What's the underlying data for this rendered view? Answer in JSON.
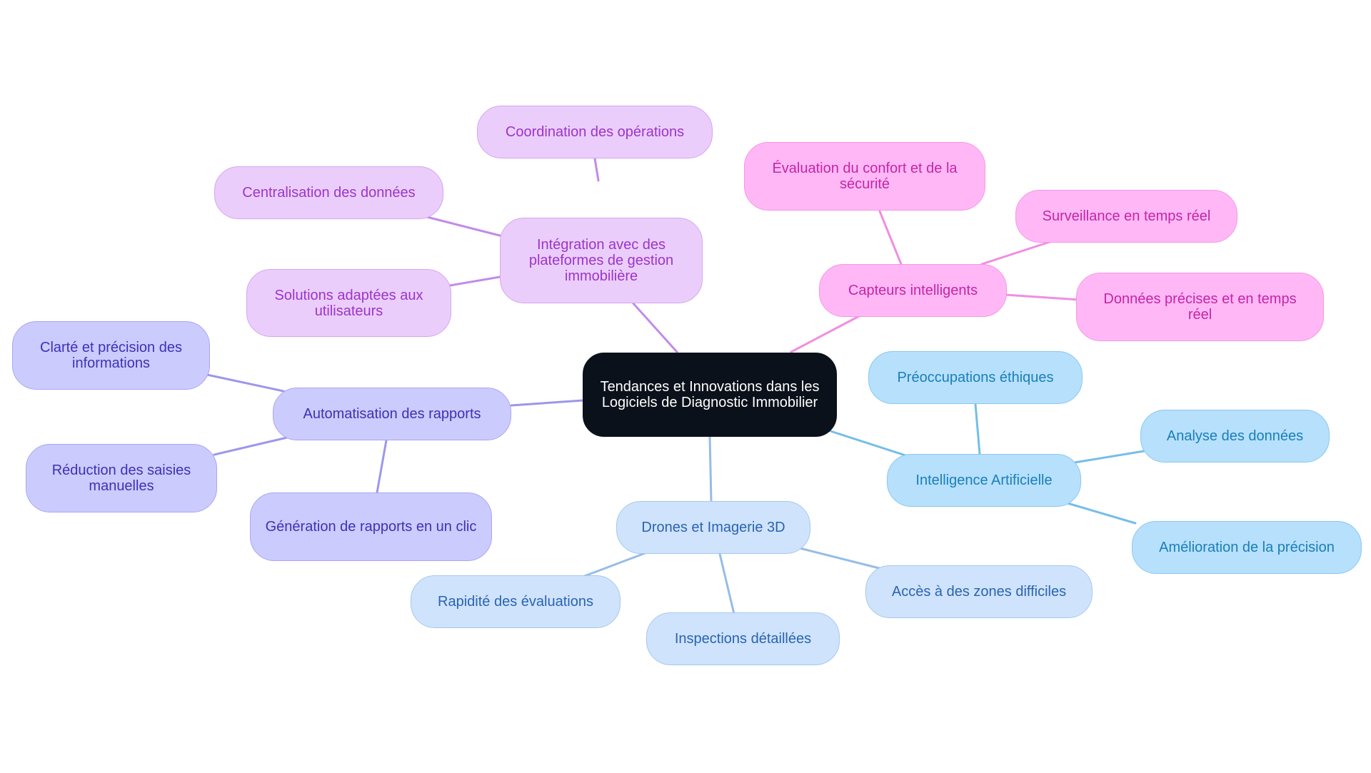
{
  "root": {
    "label": "Tendances et Innovations dans les Logiciels de Diagnostic Immobilier",
    "fill": "#0b111a",
    "border": "#0b111a",
    "text": "#ffffff"
  },
  "branches": [
    {
      "id": "integration",
      "label": "Intégration avec des plateformes de gestion immobilière",
      "fill": "#ebcdfb",
      "border": "#d3a6ef",
      "text": "#9b35c9",
      "line": "#c38ae9",
      "children": [
        {
          "id": "coordination",
          "label": "Coordination des opérations"
        },
        {
          "id": "centralisation",
          "label": "Centralisation des données"
        },
        {
          "id": "solutions",
          "label": "Solutions adaptées aux utilisateurs"
        }
      ]
    },
    {
      "id": "capteurs",
      "label": "Capteurs intelligents",
      "fill": "#ffb8f5",
      "border": "#f596e9",
      "text": "#c524a8",
      "line": "#f08ee2",
      "children": [
        {
          "id": "evaluation",
          "label": "Évaluation du confort et de la sécurité"
        },
        {
          "id": "surveillance",
          "label": "Surveillance en temps réel"
        },
        {
          "id": "donnees",
          "label": "Données précises et en temps réel"
        }
      ]
    },
    {
      "id": "automatisation",
      "label": "Automatisation des rapports",
      "fill": "#cccbfe",
      "border": "#a9a6f3",
      "text": "#3c32b5",
      "line": "#9b97ec",
      "children": [
        {
          "id": "clarte",
          "label": "Clarté et précision des informations"
        },
        {
          "id": "reduction",
          "label": "Réduction des saisies manuelles"
        },
        {
          "id": "generation",
          "label": "Génération de rapports en un clic"
        }
      ]
    },
    {
      "id": "ia",
      "label": "Intelligence Artificielle",
      "fill": "#b7e0fd",
      "border": "#89c8ef",
      "text": "#1a7fb7",
      "line": "#76bde8",
      "children": [
        {
          "id": "ethique",
          "label": "Préoccupations éthiques"
        },
        {
          "id": "analyse",
          "label": "Analyse des données"
        },
        {
          "id": "amelioration",
          "label": "Amélioration de la précision"
        }
      ]
    },
    {
      "id": "drones",
      "label": "Drones et Imagerie 3D",
      "fill": "#cfe3fc",
      "border": "#a6c8ef",
      "text": "#2a64b0",
      "line": "#95bde6",
      "children": [
        {
          "id": "rapidite",
          "label": "Rapidité des évaluations"
        },
        {
          "id": "inspections",
          "label": "Inspections détaillées"
        },
        {
          "id": "acces",
          "label": "Accès à des zones difficiles"
        }
      ]
    }
  ]
}
